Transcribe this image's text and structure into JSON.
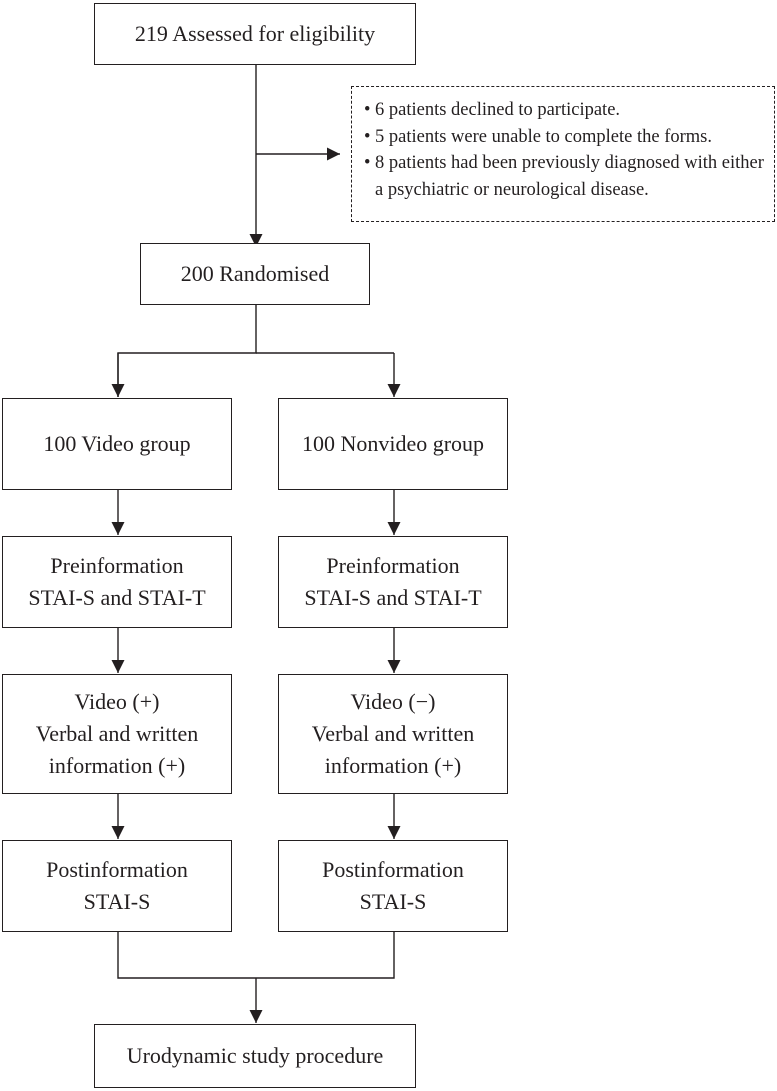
{
  "assessed": "219 Assessed for eligibility",
  "exclusions": [
    "6 patients declined to participate.",
    "5 patients were unable to complete the forms.",
    "8 patients had been previously diagnosed with either a psychiatric or neurological disease."
  ],
  "randomised": "200 Randomised",
  "video_group": {
    "group": "100 Video group",
    "pre": [
      "Preinformation",
      "STAI-S and STAI-T"
    ],
    "intervention": [
      "Video (+)",
      "Verbal and written",
      "information (+)"
    ],
    "post": [
      "Postinformation",
      "STAI-S"
    ]
  },
  "nonvideo_group": {
    "group": "100 Nonvideo group",
    "pre": [
      "Preinformation",
      "STAI-S and STAI-T"
    ],
    "intervention": [
      "Video (−)",
      "Verbal and written",
      "information (+)"
    ],
    "post": [
      "Postinformation",
      "STAI-S"
    ]
  },
  "outcome": "Urodynamic study procedure"
}
